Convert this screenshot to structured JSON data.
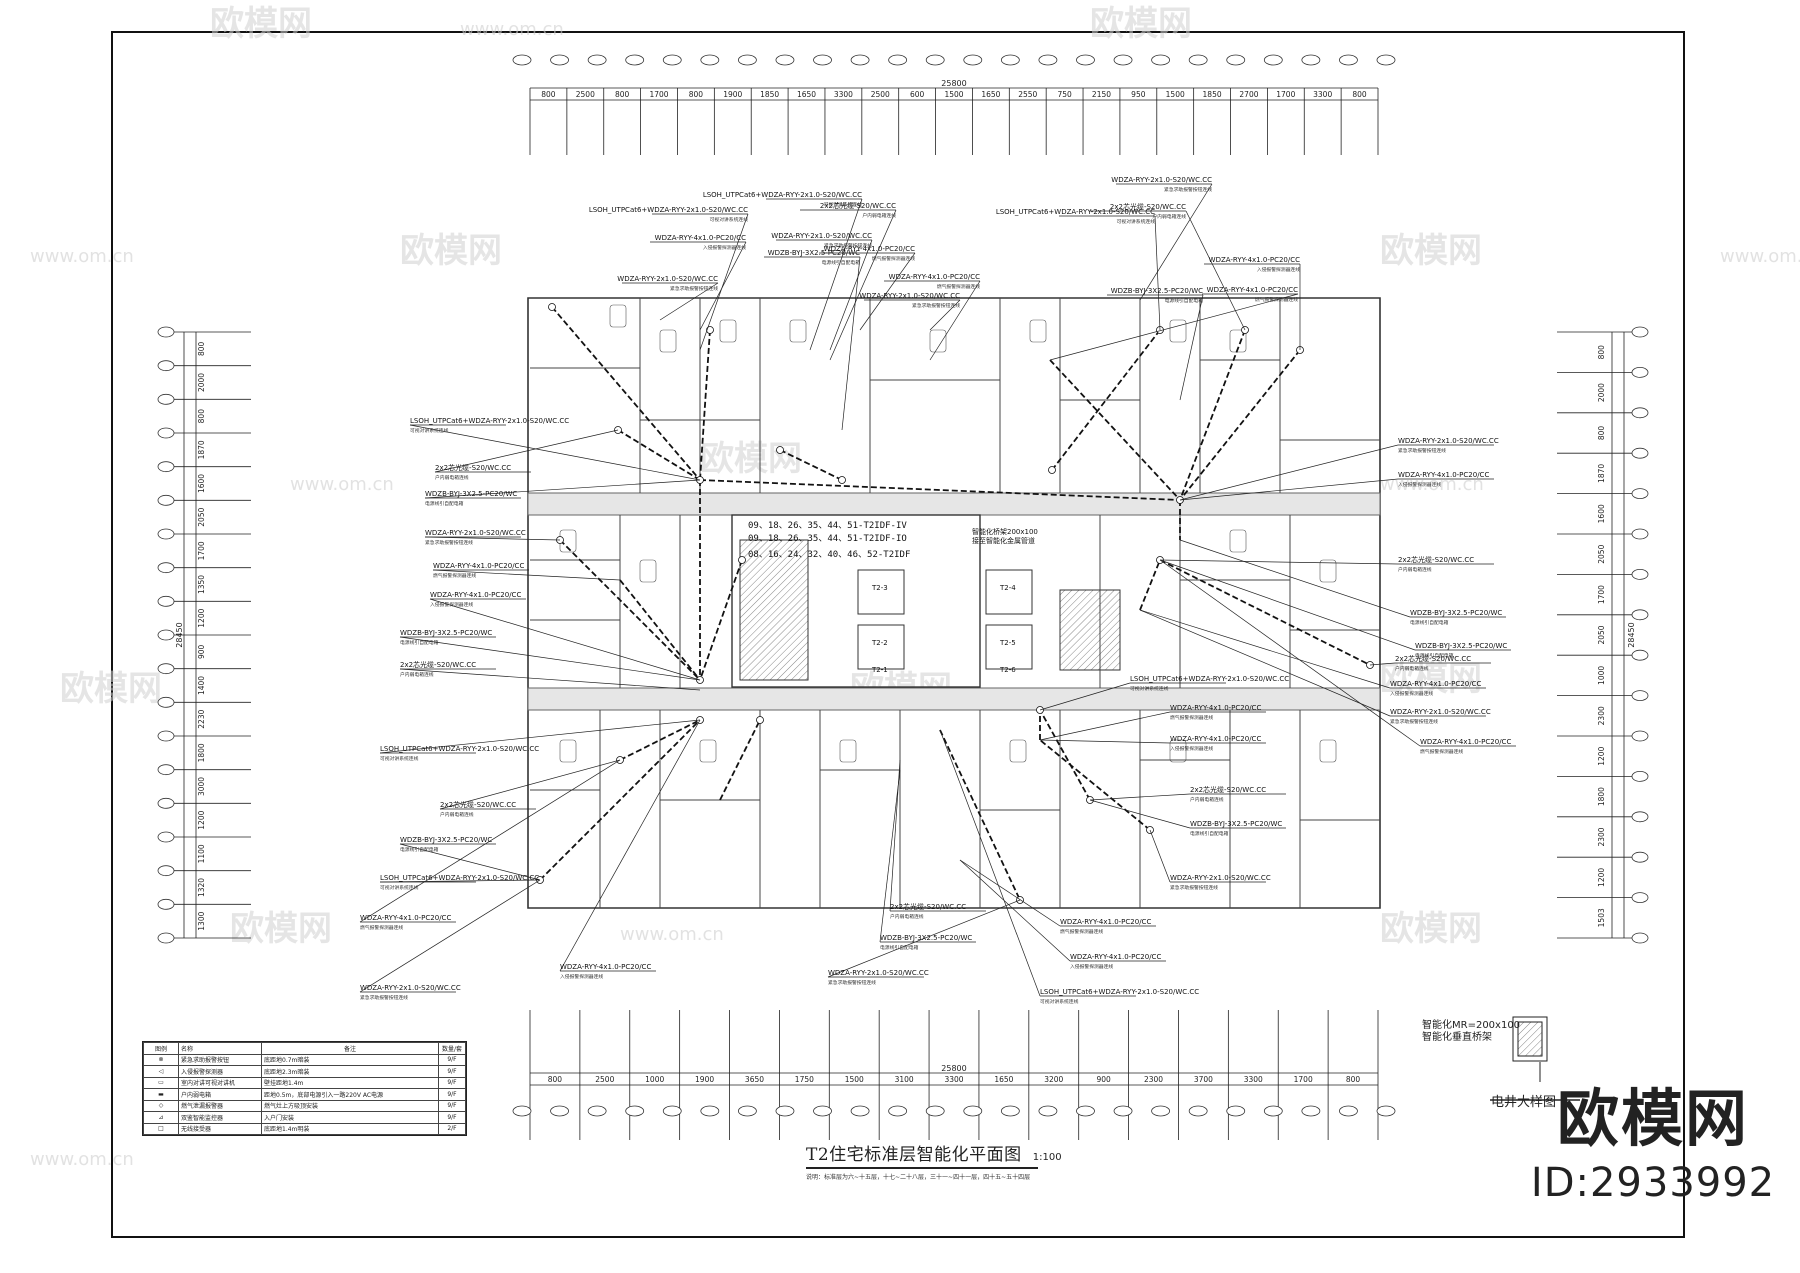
{
  "drawing": {
    "title": "T2住宅标准层智能化平面图",
    "scale": "1:100",
    "note": "说明：标准层为六~十五层，十七~二十八层，三十一~四十一层，四十五~五十四层"
  },
  "dimensions": {
    "top_total": "25800",
    "top_segments": [
      "800",
      "2500",
      "800",
      "1700",
      "800",
      "1900",
      "1850",
      "1650",
      "3300",
      "2500",
      "600",
      "1500",
      "1650",
      "2550",
      "750",
      "2150",
      "950",
      "1500",
      "1850",
      "2700",
      "1700",
      "3300",
      "800"
    ],
    "bottom_total": "25800",
    "bottom_segments": [
      "800",
      "2500",
      "1000",
      "1900",
      "3650",
      "1750",
      "1500",
      "3100",
      "3300",
      "1650",
      "3200",
      "900",
      "2300",
      "3700",
      "3300",
      "1700",
      "800"
    ],
    "left_total": "28450",
    "left_segments": [
      "800",
      "2000",
      "800",
      "1870",
      "1600",
      "2050",
      "1700",
      "1350",
      "1200",
      "900",
      "1400",
      "2230",
      "1800",
      "3000",
      "1200",
      "1100",
      "1320",
      "1300"
    ],
    "right_total": "28450",
    "right_segments": [
      "800",
      "2000",
      "800",
      "1870",
      "1600",
      "2050",
      "1700",
      "2050",
      "1000",
      "2300",
      "1200",
      "1800",
      "2300",
      "1200",
      "1503"
    ]
  },
  "callouts": {
    "top": [
      {
        "text": "WDZA-RYY-2x1.0-S20/WC.CC",
        "sub": "紧急求助报警按钮连线"
      },
      {
        "text": "LSOH_UTPCat6+WDZA-RYY-2x1.0-S20/WC.CC",
        "sub": "可视对讲系统连线"
      },
      {
        "text": "2x2芯光缆-S20/WC.CC",
        "sub": "户内弱电箱连线"
      },
      {
        "text": "WDZA-RYY-4x1.0-PC20/CC",
        "sub": "入侵报警探测器连线"
      },
      {
        "text": "WDZA-RYY-4x1.0-PC20/CC",
        "sub": "燃气报警探测器连线"
      },
      {
        "text": "WDZB-BYJ-3X2.5-PC20/WC",
        "sub": "电源线引自配电箱"
      },
      {
        "text": "WDZA-RYY-2x1.0-S20/WC.CC",
        "sub": "紧急求助报警按钮连线"
      },
      {
        "text": "WDZA-RYY-4x1.0-PC20/CC",
        "sub": "燃气报警探测器连线"
      },
      {
        "text": "WDZA-RYY-4x1.0-PC20/CC",
        "sub": "燃气报警探测器连线"
      },
      {
        "text": "WDZB-BYJ-3X2.5-PC20/WC",
        "sub": "电源线引自配电箱"
      },
      {
        "text": "WDZA-RYY-2x1.0-S20/WC.CC",
        "sub": "紧急求助报警按钮连线"
      },
      {
        "text": "2x2芯光缆-S20/WC.CC",
        "sub": "户内弱电箱连线"
      },
      {
        "text": "LSOH_UTPCat6+WDZA-RYY-2x1.0-S20/WC.CC",
        "sub": "可视对讲系统连线"
      },
      {
        "text": "WDZA-RYY-4x1.0-PC20/CC",
        "sub": "入侵报警探测器连线"
      },
      {
        "text": "LSOH_UTPCat6+WDZA-RYY-2x1.0-S20/WC.CC",
        "sub": "可视对讲系统连线"
      },
      {
        "text": "WDZA-RYY-2x1.0-S20/WC.CC",
        "sub": "紧急求助报警按钮连线"
      }
    ],
    "left": [
      {
        "text": "LSOH_UTPCat6+WDZA-RYY-2x1.0-S20/WC.CC",
        "sub": "可视对讲系统连线"
      },
      {
        "text": "2x2芯光缆-S20/WC.CC",
        "sub": "户内弱电箱连线"
      },
      {
        "text": "WDZB-BYJ-3X2.5-PC20/WC",
        "sub": "电源线引自配电箱"
      },
      {
        "text": "WDZA-RYY-2x1.0-S20/WC.CC",
        "sub": "紧急求助报警按钮连线"
      },
      {
        "text": "WDZA-RYY-4x1.0-PC20/CC",
        "sub": "燃气报警探测器连线"
      },
      {
        "text": "WDZA-RYY-4x1.0-PC20/CC",
        "sub": "入侵报警探测器连线"
      },
      {
        "text": "WDZB-BYJ-3X2.5-PC20/WC",
        "sub": "电源线引自配电箱"
      },
      {
        "text": "2x2芯光缆-S20/WC.CC",
        "sub": "户内弱电箱连线"
      },
      {
        "text": "LSOH_UTPCat6+WDZA-RYY-2x1.0-S20/WC.CC",
        "sub": "可视对讲系统连线"
      },
      {
        "text": "2x2芯光缆-S20/WC.CC",
        "sub": "户内弱电箱连线"
      },
      {
        "text": "WDZB-BYJ-3X2.5-PC20/WC",
        "sub": "电源线引自配电箱"
      },
      {
        "text": "LSOH_UTPCat6+WDZA-RYY-2x1.0-S20/WC.CC",
        "sub": "可视对讲系统连线"
      },
      {
        "text": "WDZA-RYY-4x1.0-PC20/CC",
        "sub": "燃气报警探测器连线"
      }
    ],
    "right": [
      {
        "text": "WDZA-RYY-2x1.0-S20/WC.CC",
        "sub": "紧急求助报警按钮连线"
      },
      {
        "text": "WDZA-RYY-4x1.0-PC20/CC",
        "sub": "入侵报警探测器连线"
      },
      {
        "text": "2x2芯光缆-S20/WC.CC",
        "sub": "户内弱电箱连线"
      },
      {
        "text": "WDZB-BYJ-3X2.5-PC20/WC",
        "sub": "电源线引自配电箱"
      },
      {
        "text": "WDZB-BYJ-3X2.5-PC20/WC",
        "sub": "电源线引自配电箱"
      },
      {
        "text": "2x2芯光缆-S20/WC.CC",
        "sub": "户内弱电箱连线"
      },
      {
        "text": "WDZA-RYY-4x1.0-PC20/CC",
        "sub": "入侵报警探测器连线"
      },
      {
        "text": "WDZA-RYY-2x1.0-S20/WC.CC",
        "sub": "紧急求助报警按钮连线"
      },
      {
        "text": "WDZA-RYY-4x1.0-PC20/CC",
        "sub": "燃气报警探测器连线"
      }
    ],
    "mid_right": [
      {
        "text": "LSOH_UTPCat6+WDZA-RYY-2x1.0-S20/WC.CC",
        "sub": "可视对讲系统连线"
      },
      {
        "text": "WDZA-RYY-4x1.0-PC20/CC",
        "sub": "燃气报警探测器连线"
      },
      {
        "text": "WDZA-RYY-4x1.0-PC20/CC",
        "sub": "入侵报警探测器连线"
      },
      {
        "text": "2x2芯光缆-S20/WC.CC",
        "sub": "户内弱电箱连线"
      },
      {
        "text": "WDZB-BYJ-3X2.5-PC20/WC",
        "sub": "电源线引自配电箱"
      },
      {
        "text": "WDZA-RYY-2x1.0-S20/WC.CC",
        "sub": "紧急求助报警按钮连线"
      }
    ],
    "bottom": [
      {
        "text": "2x2芯光缆-S20/WC.CC",
        "sub": "户内弱电箱连线"
      },
      {
        "text": "WDZB-BYJ-3X2.5-PC20/WC",
        "sub": "电源线引自配电箱"
      },
      {
        "text": "WDZA-RYY-2x1.0-S20/WC.CC",
        "sub": "紧急求助报警按钮连线"
      },
      {
        "text": "WDZA-RYY-4x1.0-PC20/CC",
        "sub": "燃气报警探测器连线"
      },
      {
        "text": "WDZA-RYY-4x1.0-PC20/CC",
        "sub": "入侵报警探测器连线"
      },
      {
        "text": "LSOH_UTPCat6+WDZA-RYY-2x1.0-S20/WC.CC",
        "sub": "可视对讲系统连线"
      },
      {
        "text": "WDZA-RYY-4x1.0-PC20/CC",
        "sub": "入侵报警探测器连线"
      },
      {
        "text": "WDZA-RYY-2x1.0-S20/WC.CC",
        "sub": "紧急求助报警按钮连线"
      }
    ]
  },
  "core_text": {
    "riser_lines": [
      "09、18、26、35、44、51-T2IDF-IV",
      "09、18、26、35、44、51-T2IDF-IO",
      "08、16、24、32、40、46、52-T2IDF"
    ],
    "tray": "智能化桥架200x100",
    "tray_sub": "接至智能化金属管道",
    "shaft_tags": [
      "T2-3",
      "T2-2",
      "T2-1",
      "T2-4",
      "T2-5",
      "T2-6"
    ]
  },
  "legend": {
    "headers": [
      "图例",
      "名称",
      "备注",
      "数量/套"
    ],
    "rows": [
      {
        "name": "紧急求助报警按钮",
        "note": "底距地0.7m暗装",
        "qty": "9/F"
      },
      {
        "name": "入侵报警探测器",
        "note": "底距地2.3m暗装",
        "qty": "9/F"
      },
      {
        "name": "室内对讲可视对讲机",
        "note": "壁挂距地1.4m",
        "qty": "9/F"
      },
      {
        "name": "户内弱电箱",
        "note": "距地0.5m，底部电源引入一路220V AC电源",
        "qty": "9/F"
      },
      {
        "name": "燃气泄漏报警器",
        "note": "燃气灶上方吸顶安装",
        "qty": "9/F"
      },
      {
        "name": "双鉴智能监控器",
        "note": "入户门安装",
        "qty": "9/F"
      },
      {
        "name": "无线接受器",
        "note": "底距地1.4m明装",
        "qty": "2/F"
      }
    ]
  },
  "shaft_detail": {
    "label": "电井大样图",
    "note": "智能化MR=200x100 智能化垂直桥架"
  },
  "watermark": {
    "site": "欧模网",
    "url": "www.om.cn"
  },
  "brand": {
    "name": "欧模网",
    "id": "ID:2933992"
  }
}
